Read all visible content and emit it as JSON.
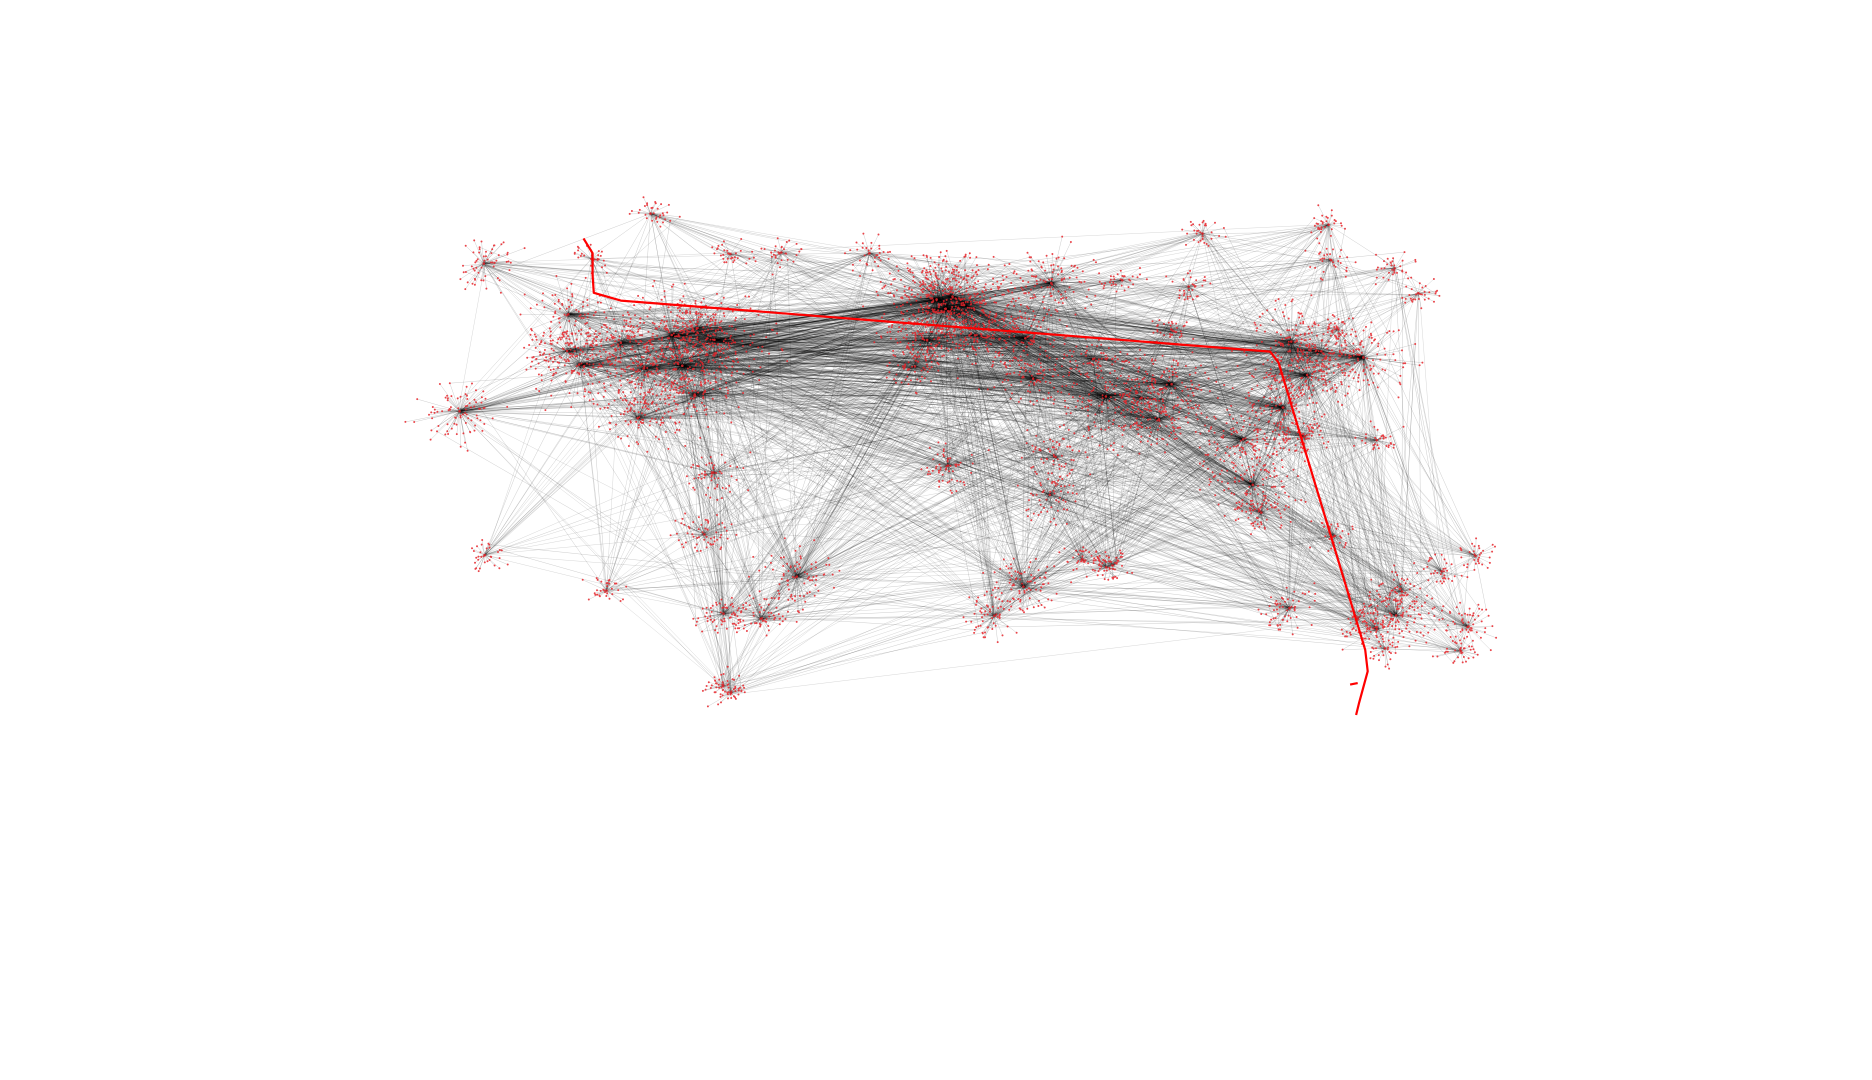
{
  "colors": {
    "background": "#ffffff",
    "airport": "#e8262b",
    "route": "#000000",
    "highlight_path": "#ff0000"
  },
  "network": {
    "type": "airline route network",
    "projection": "equirectangular",
    "hubs": [
      {
        "id": "seattle",
        "lon": -122,
        "lat": 47.5,
        "weight": 3
      },
      {
        "id": "san-francisco",
        "lon": -122.4,
        "lat": 37.6,
        "weight": 3
      },
      {
        "id": "los-angeles",
        "lon": -118.4,
        "lat": 33.9,
        "weight": 4
      },
      {
        "id": "denver",
        "lon": -104.7,
        "lat": 39.8,
        "weight": 3
      },
      {
        "id": "dallas",
        "lon": -97,
        "lat": 32.9,
        "weight": 4
      },
      {
        "id": "chicago",
        "lon": -87.9,
        "lat": 41.9,
        "weight": 5
      },
      {
        "id": "atlanta",
        "lon": -84.4,
        "lat": 33.6,
        "weight": 5
      },
      {
        "id": "new-york",
        "lon": -73.8,
        "lat": 40.6,
        "weight": 5
      },
      {
        "id": "toronto",
        "lon": -79.6,
        "lat": 43.7,
        "weight": 3
      },
      {
        "id": "miami",
        "lon": -80.3,
        "lat": 25.8,
        "weight": 4
      },
      {
        "id": "mexico-city",
        "lon": -99.1,
        "lat": 19.4,
        "weight": 3
      },
      {
        "id": "honolulu",
        "lon": -157.9,
        "lat": 21.3,
        "weight": 3
      },
      {
        "id": "anchorage",
        "lon": -149.9,
        "lat": 61.2,
        "weight": 2
      },
      {
        "id": "bogota",
        "lon": -74.1,
        "lat": 4.7,
        "weight": 2
      },
      {
        "id": "lima",
        "lon": -77.1,
        "lat": -12.0,
        "weight": 2
      },
      {
        "id": "sao-paulo",
        "lon": -46.6,
        "lat": -23.4,
        "weight": 3
      },
      {
        "id": "santiago",
        "lon": -70.8,
        "lat": -33.4,
        "weight": 2
      },
      {
        "id": "buenos-aires",
        "lon": -58.5,
        "lat": -34.8,
        "weight": 2
      },
      {
        "id": "london",
        "lon": -0.45,
        "lat": 51.5,
        "weight": 6
      },
      {
        "id": "paris",
        "lon": 2.55,
        "lat": 49.0,
        "weight": 5
      },
      {
        "id": "frankfurt",
        "lon": 8.6,
        "lat": 50.0,
        "weight": 5
      },
      {
        "id": "amsterdam",
        "lon": 4.8,
        "lat": 52.3,
        "weight": 4
      },
      {
        "id": "madrid",
        "lon": -3.6,
        "lat": 40.5,
        "weight": 3
      },
      {
        "id": "rome",
        "lon": 12.2,
        "lat": 41.8,
        "weight": 3
      },
      {
        "id": "moscow",
        "lon": 37.4,
        "lat": 55.9,
        "weight": 4
      },
      {
        "id": "istanbul",
        "lon": 28.8,
        "lat": 41.0,
        "weight": 4
      },
      {
        "id": "cairo",
        "lon": 31.4,
        "lat": 30.1,
        "weight": 3
      },
      {
        "id": "dubai",
        "lon": 55.4,
        "lat": 25.3,
        "weight": 5
      },
      {
        "id": "delhi",
        "lon": 77.1,
        "lat": 28.6,
        "weight": 4
      },
      {
        "id": "mumbai",
        "lon": 72.9,
        "lat": 19.1,
        "weight": 3
      },
      {
        "id": "bangkok",
        "lon": 100.7,
        "lat": 13.7,
        "weight": 4
      },
      {
        "id": "singapore",
        "lon": 103.9,
        "lat": 1.4,
        "weight": 4
      },
      {
        "id": "hong-kong",
        "lon": 113.9,
        "lat": 22.3,
        "weight": 4
      },
      {
        "id": "beijing",
        "lon": 116.6,
        "lat": 40.1,
        "weight": 4
      },
      {
        "id": "shanghai",
        "lon": 121.8,
        "lat": 31.1,
        "weight": 4
      },
      {
        "id": "tokyo",
        "lon": 140.4,
        "lat": 35.8,
        "weight": 4
      },
      {
        "id": "seoul",
        "lon": 126.5,
        "lat": 37.5,
        "weight": 3
      },
      {
        "id": "sydney",
        "lon": 151.2,
        "lat": -33.9,
        "weight": 3
      },
      {
        "id": "melbourne",
        "lon": 144.8,
        "lat": -37.7,
        "weight": 2
      },
      {
        "id": "perth",
        "lon": 115.97,
        "lat": -31.9,
        "weight": 2
      },
      {
        "id": "auckland",
        "lon": 174.8,
        "lat": -37.0,
        "weight": 2
      },
      {
        "id": "johannesburg",
        "lon": 28.2,
        "lat": -26.1,
        "weight": 3
      },
      {
        "id": "nairobi",
        "lon": 36.9,
        "lat": -1.3,
        "weight": 2
      },
      {
        "id": "lagos",
        "lon": 3.3,
        "lat": 6.6,
        "weight": 2
      },
      {
        "id": "addis-ababa",
        "lon": 38.8,
        "lat": 8.98,
        "weight": 2
      },
      {
        "id": "casablanca",
        "lon": -7.6,
        "lat": 33.4,
        "weight": 2
      },
      {
        "id": "reykjavik",
        "lon": -22.6,
        "lat": 64.0,
        "weight": 1
      },
      {
        "id": "novosibirsk",
        "lon": 82.7,
        "lat": 55.0,
        "weight": 1
      },
      {
        "id": "yekaterinburg",
        "lon": 60.8,
        "lat": 56.7,
        "weight": 1
      },
      {
        "id": "almaty",
        "lon": 77.0,
        "lat": 43.4,
        "weight": 1
      },
      {
        "id": "tehran",
        "lon": 51.2,
        "lat": 35.4,
        "weight": 2
      },
      {
        "id": "karachi",
        "lon": 67.2,
        "lat": 24.9,
        "weight": 2
      },
      {
        "id": "jakarta",
        "lon": 106.7,
        "lat": -6.1,
        "weight": 2
      },
      {
        "id": "manila",
        "lon": 121.0,
        "lat": 14.5,
        "weight": 2
      },
      {
        "id": "darwin",
        "lon": 130.9,
        "lat": -12.4,
        "weight": 1
      },
      {
        "id": "brisbane",
        "lon": 153.1,
        "lat": -27.4,
        "weight": 2
      },
      {
        "id": "tahiti",
        "lon": -149.6,
        "lat": -17.6,
        "weight": 1
      },
      {
        "id": "fiji",
        "lon": 177.4,
        "lat": -17.8,
        "weight": 1
      },
      {
        "id": "noumea",
        "lon": 166.2,
        "lat": -22.0,
        "weight": 1
      },
      {
        "id": "guam",
        "lon": 144.8,
        "lat": 13.5,
        "weight": 1
      },
      {
        "id": "petropavlovsk",
        "lon": 158.5,
        "lat": 53.2,
        "weight": 1
      },
      {
        "id": "magadan",
        "lon": 150.7,
        "lat": 59.9,
        "weight": 1
      },
      {
        "id": "yakutsk",
        "lon": 129.8,
        "lat": 62.1,
        "weight": 1
      },
      {
        "id": "vladivostok",
        "lon": 132.1,
        "lat": 43.4,
        "weight": 1
      },
      {
        "id": "norilsk",
        "lon": 87.3,
        "lat": 69.3,
        "weight": 1
      },
      {
        "id": "tiksi",
        "lon": 128.9,
        "lat": 71.7,
        "weight": 1
      },
      {
        "id": "iqaluit",
        "lon": -68.5,
        "lat": 63.8,
        "weight": 1
      },
      {
        "id": "nuuk",
        "lon": -51.7,
        "lat": 64.2,
        "weight": 1
      },
      {
        "id": "yellowknife",
        "lon": -114.4,
        "lat": 62.5,
        "weight": 1
      },
      {
        "id": "resolute",
        "lon": -94.9,
        "lat": 74.7,
        "weight": 1
      },
      {
        "id": "easter-island",
        "lon": -109.4,
        "lat": -27.2,
        "weight": 1
      },
      {
        "id": "punta-arenas",
        "lon": -70.9,
        "lat": -53.0,
        "weight": 1
      },
      {
        "id": "ushuaia",
        "lon": -68.3,
        "lat": -54.8,
        "weight": 1
      },
      {
        "id": "cape-town",
        "lon": 18.6,
        "lat": -33.97,
        "weight": 2
      },
      {
        "id": "antananarivo",
        "lon": 47.5,
        "lat": -18.8,
        "weight": 1
      },
      {
        "id": "mauritius",
        "lon": 57.7,
        "lat": -20.4,
        "weight": 1
      },
      {
        "id": "reunion",
        "lon": 55.5,
        "lat": -20.9,
        "weight": 1
      },
      {
        "id": "christchurch",
        "lon": 172.5,
        "lat": -43.5,
        "weight": 1
      },
      {
        "id": "hobart",
        "lon": 147.5,
        "lat": -42.8,
        "weight": 1
      },
      {
        "id": "adelaide",
        "lon": 138.5,
        "lat": -34.9,
        "weight": 1
      }
    ],
    "highlighted_path": [
      {
        "lon": -117,
        "lat": 68
      },
      {
        "lon": -114,
        "lat": 64
      },
      {
        "lon": -114,
        "lat": 58
      },
      {
        "lon": -113.6,
        "lat": 53.3
      },
      {
        "lon": -104.7,
        "lat": 51.2
      },
      {
        "lon": 109.6,
        "lat": 37.4
      },
      {
        "lon": 112.4,
        "lat": 34.4
      },
      {
        "lon": 141.0,
        "lat": -43.2
      },
      {
        "lon": 141.8,
        "lat": -49.0
      },
      {
        "lon": 139.0,
        "lat": -57.4
      },
      {
        "lon": 138.0,
        "lat": -60.8
      }
    ],
    "highlighted_spur": [
      {
        "lon": 138.5,
        "lat": -52.2
      },
      {
        "lon": 136.0,
        "lat": -52.6
      }
    ]
  }
}
